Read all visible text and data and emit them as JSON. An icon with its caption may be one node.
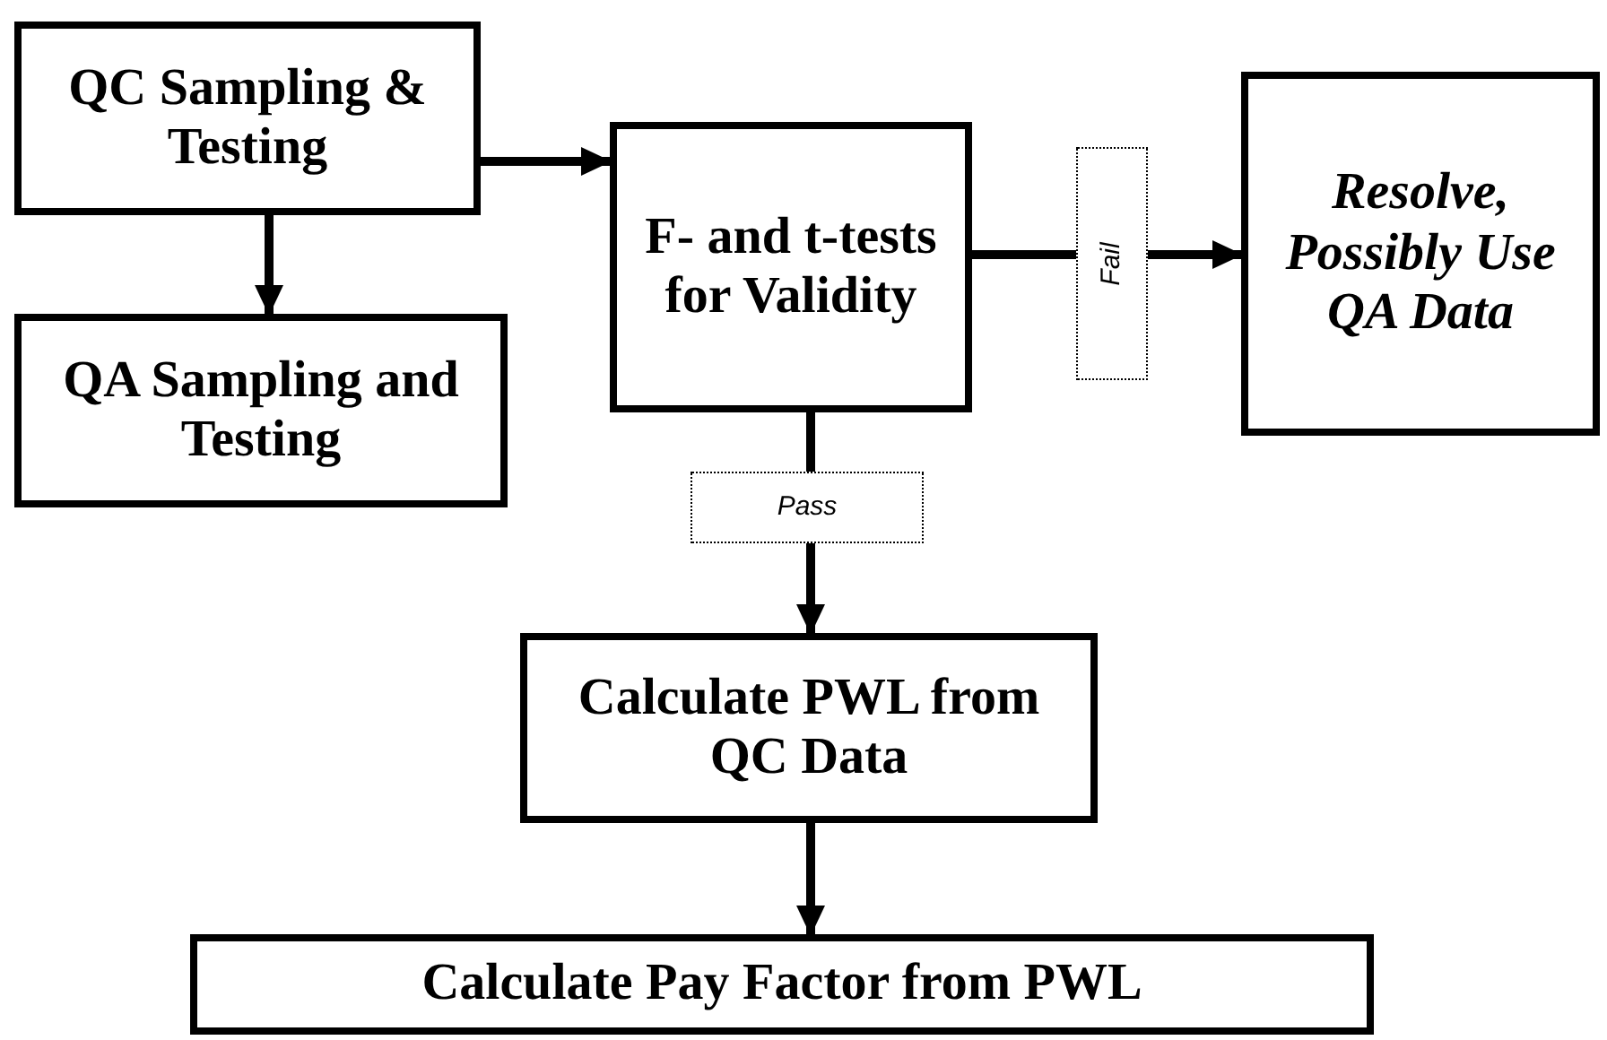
{
  "diagram": {
    "nodes": [
      {
        "text": [
          "QC Sampling & Testing"
        ]
      },
      {
        "text": [
          "QA Sampling and Testing"
        ]
      },
      {
        "text": [
          "F- and t-tests for Validity"
        ]
      },
      {
        "text": [
          "Resolve, Possibly Use QA Data"
        ]
      },
      {
        "text": [
          "Calculate PWL from QC Data"
        ]
      },
      {
        "text": [
          "Calculate Pay Factor from PWL"
        ]
      }
    ],
    "edges": [
      {
        "from": 0,
        "to": 2,
        "arrow": "to"
      },
      {
        "from": 0,
        "to": 1,
        "arrow": "to"
      },
      {
        "from": 2,
        "to": 3,
        "arrow": "to",
        "label": "Fail"
      },
      {
        "from": 2,
        "to": 4,
        "arrow": "to",
        "label": "Pass"
      },
      {
        "from": 4,
        "to": 5,
        "arrow": "to"
      }
    ]
  }
}
